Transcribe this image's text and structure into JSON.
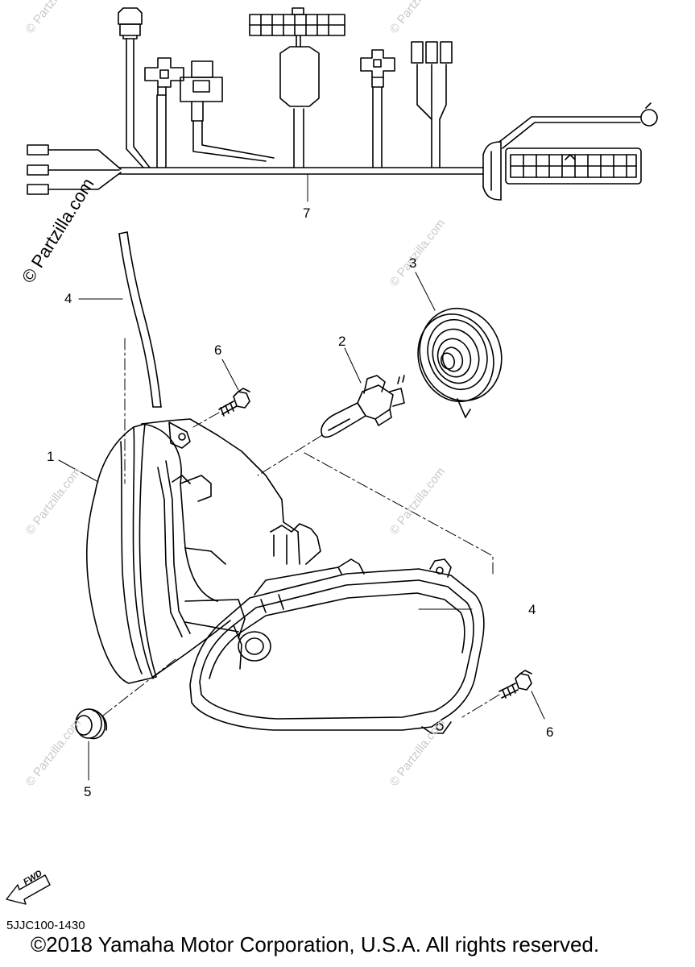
{
  "diagram": {
    "callouts": [
      {
        "id": "c7",
        "text": "7"
      },
      {
        "id": "c3",
        "text": "3"
      },
      {
        "id": "c4a",
        "text": "4"
      },
      {
        "id": "c2",
        "text": "2"
      },
      {
        "id": "c6a",
        "text": "6"
      },
      {
        "id": "c1",
        "text": "1"
      },
      {
        "id": "c4b",
        "text": "4"
      },
      {
        "id": "c6b",
        "text": "6"
      },
      {
        "id": "c5",
        "text": "5"
      }
    ],
    "watermark_main": "© Partzilla.com",
    "watermark_faint": "© Partzilla.com",
    "fwd_label": "FWD",
    "drawing_code": "5JJC100-1430",
    "copyright": "©2018 Yamaha Motor Corporation, U.S.A. All rights reserved."
  }
}
